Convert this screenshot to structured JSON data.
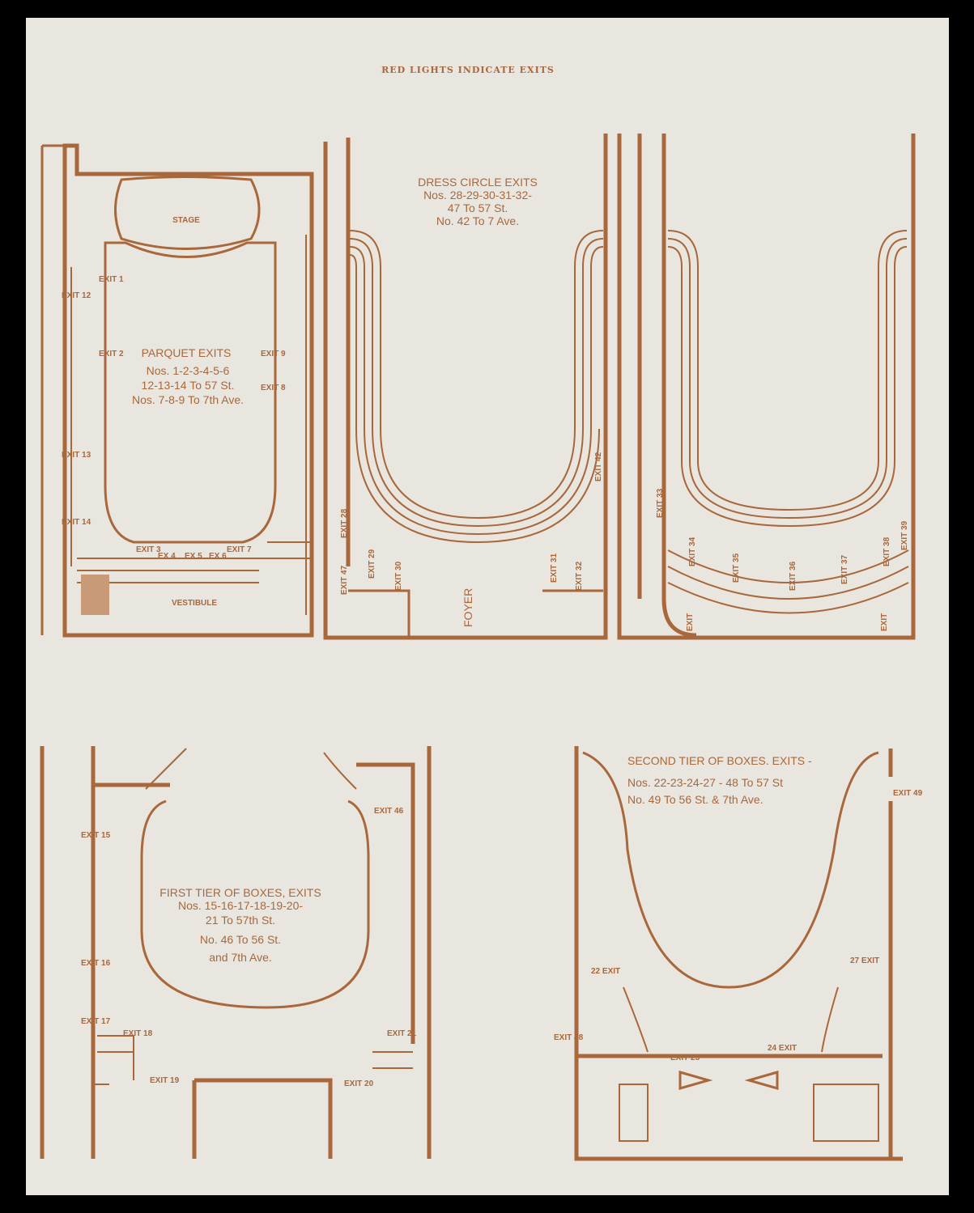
{
  "title": "RED LIGHTS INDICATE EXITS",
  "colors": {
    "paper": "#e9e6df",
    "ink": "#a8683c",
    "background": "#000000"
  },
  "parquet": {
    "stage": "STAGE",
    "vestibule": "VESTIBULE",
    "heading": "PARQUET EXITS",
    "lines": [
      "Nos. 1-2-3-4-5-6",
      "12-13-14 To 57 St.",
      "Nos. 7-8-9 To 7th Ave."
    ],
    "exits": [
      "EXIT 1",
      "EXIT 2",
      "EXIT 9",
      "EXIT 8",
      "EXIT 12",
      "EXIT 13",
      "EXIT 14",
      "EXIT 3",
      "EX 4",
      "EX 5",
      "EX 6",
      "EXIT 7"
    ]
  },
  "dress_circle": {
    "heading": "DRESS CIRCLE EXITS",
    "lines": [
      "Nos. 28-29-30-31-32-",
      "47 To 57 St.",
      "No. 42 To 7 Ave."
    ],
    "foyer": "FOYER",
    "exits": [
      "EXIT 28",
      "EXIT 47",
      "EXIT 29",
      "EXIT 30",
      "EXIT 31",
      "EXIT 32",
      "EXIT 42"
    ]
  },
  "balcony": {
    "exits": [
      "EXIT 33",
      "EXIT 34",
      "EXIT 35",
      "EXIT 36",
      "EXIT 37",
      "EXIT 38",
      "EXIT 39",
      "EXIT",
      "EXIT"
    ]
  },
  "first_tier": {
    "heading": "FIRST TIER OF BOXES, EXITS",
    "lines": [
      "Nos. 15-16-17-18-19-20-",
      "21 To 57th St.",
      "No. 46 To 56 St.",
      "and 7th Ave."
    ],
    "exits": [
      "EXIT 15",
      "EXIT 16",
      "EXIT 17",
      "EXIT 18",
      "EXIT 19",
      "EXIT 46",
      "EXIT 21",
      "EXIT 20"
    ]
  },
  "second_tier": {
    "heading": "SECOND TIER OF BOXES. EXITS -",
    "lines": [
      "Nos. 22-23-24-27 - 48 To 57 St",
      "No. 49 To 56 St. & 7th Ave."
    ],
    "exits": [
      "EXIT 49",
      "22 EXIT",
      "27 EXIT",
      "EXIT 48",
      "EXIT 23",
      "24 EXIT"
    ]
  }
}
